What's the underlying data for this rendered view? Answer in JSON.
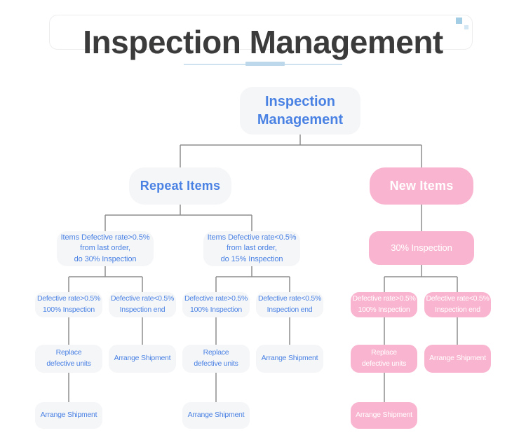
{
  "header": {
    "title": "Inspection Management"
  },
  "chart": {
    "root_label": "Inspection\nManagement",
    "branch_repeat": {
      "label": "Repeat Items",
      "case_high": "Items Defective rate>0.5%\nfrom last order,\ndo 30% Inspection",
      "case_low": "Items Defective rate<0.5%\nfrom last order,\ndo 15% Inspection"
    },
    "branch_new": {
      "label": "New Items",
      "inspection": "30% Inspection"
    },
    "outcomes": {
      "rate_high": "Defective rate>0.5%\n100% Inspection",
      "rate_low": "Defective rate<0.5%\nInspection end",
      "replace": "Replace\ndefective units",
      "ship": "Arrange Shipment"
    }
  },
  "colors": {
    "title_text": "#3b3b3b",
    "node_blue_text": "#4a82e4",
    "node_gray_bg": "#f5f6f8",
    "node_pink_bg": "#f9b5cf",
    "node_pink_text": "#ffffff",
    "connector": "#8d8d8d",
    "underline_accent": "#bcd8ea",
    "underline_line": "#cfe2ef"
  }
}
